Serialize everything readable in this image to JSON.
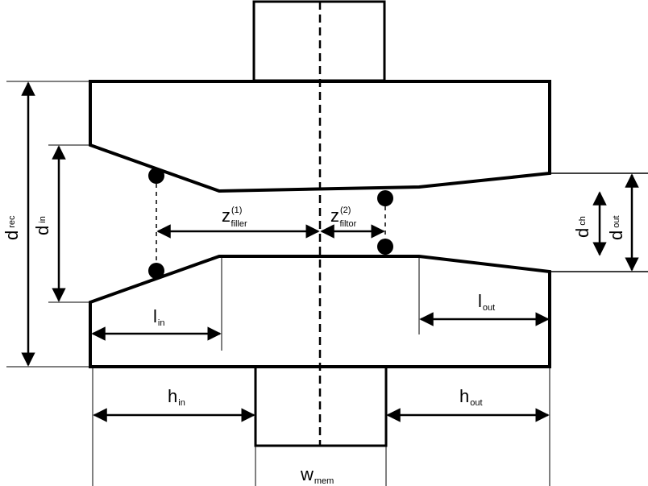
{
  "labels": {
    "d_rec": {
      "main": "d",
      "sub": "rec"
    },
    "d_in": {
      "main": "d",
      "sub": "in"
    },
    "d_ch": {
      "main": "d",
      "sub": "ch"
    },
    "d_out": {
      "main": "d",
      "sub": "out"
    },
    "z_filler": {
      "main": "z",
      "sup": "(1)",
      "sub": "filler"
    },
    "z_filtor": {
      "main": "z",
      "sup": "(2)",
      "sub": "filtor"
    },
    "l_in": {
      "main": "l",
      "sub": "in"
    },
    "l_out": {
      "main": "l",
      "sub": "out"
    },
    "h_in": {
      "main": "h",
      "sub": "in"
    },
    "h_out": {
      "main": "h",
      "sub": "out"
    },
    "w_mem": {
      "main": "w",
      "sub": "mem"
    }
  }
}
